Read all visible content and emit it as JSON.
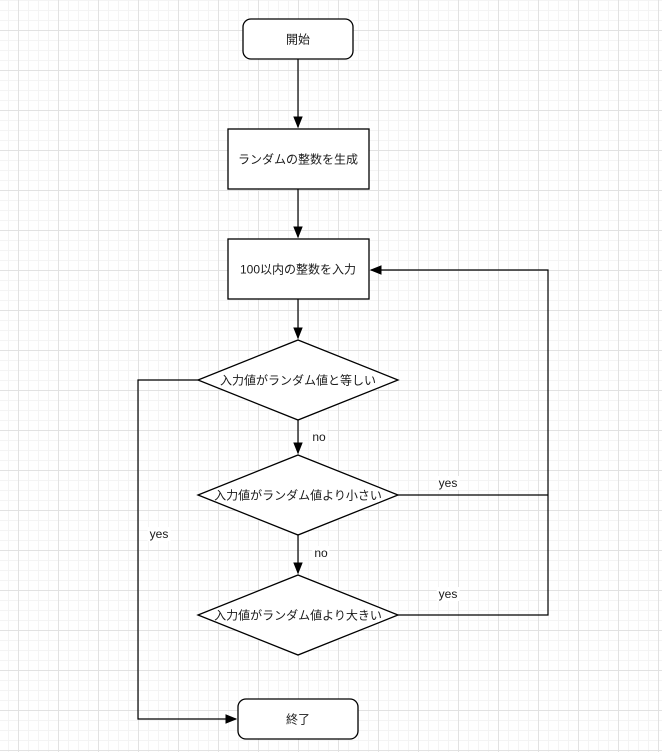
{
  "flowchart": {
    "nodes": {
      "start": {
        "label": "開始",
        "shape": "rounded-rectangle"
      },
      "generate": {
        "label": "ランダムの整数を生成",
        "shape": "rectangle"
      },
      "input": {
        "label": "100以内の整数を入力",
        "shape": "rectangle"
      },
      "check_equal": {
        "label": "入力値がランダム値と等しい",
        "shape": "diamond"
      },
      "check_less": {
        "label": "入力値がランダム値より小さい",
        "shape": "diamond"
      },
      "check_greater": {
        "label": "入力値がランダム値より大きい",
        "shape": "diamond"
      },
      "end": {
        "label": "終了",
        "shape": "rounded-rectangle"
      }
    },
    "edge_labels": {
      "equal_no": "no",
      "equal_yes": "yes",
      "less_no": "no",
      "less_yes": "yes",
      "greater_yes": "yes"
    },
    "style": {
      "canvas_background": "#ffffff",
      "grid_minor_color": "#f4f4f4",
      "grid_major_color": "#e2e2e2",
      "shape_fill": "#ffffff",
      "shape_stroke": "#000000",
      "connector_color": "#000000",
      "text_color": "#1a1a1a"
    }
  }
}
